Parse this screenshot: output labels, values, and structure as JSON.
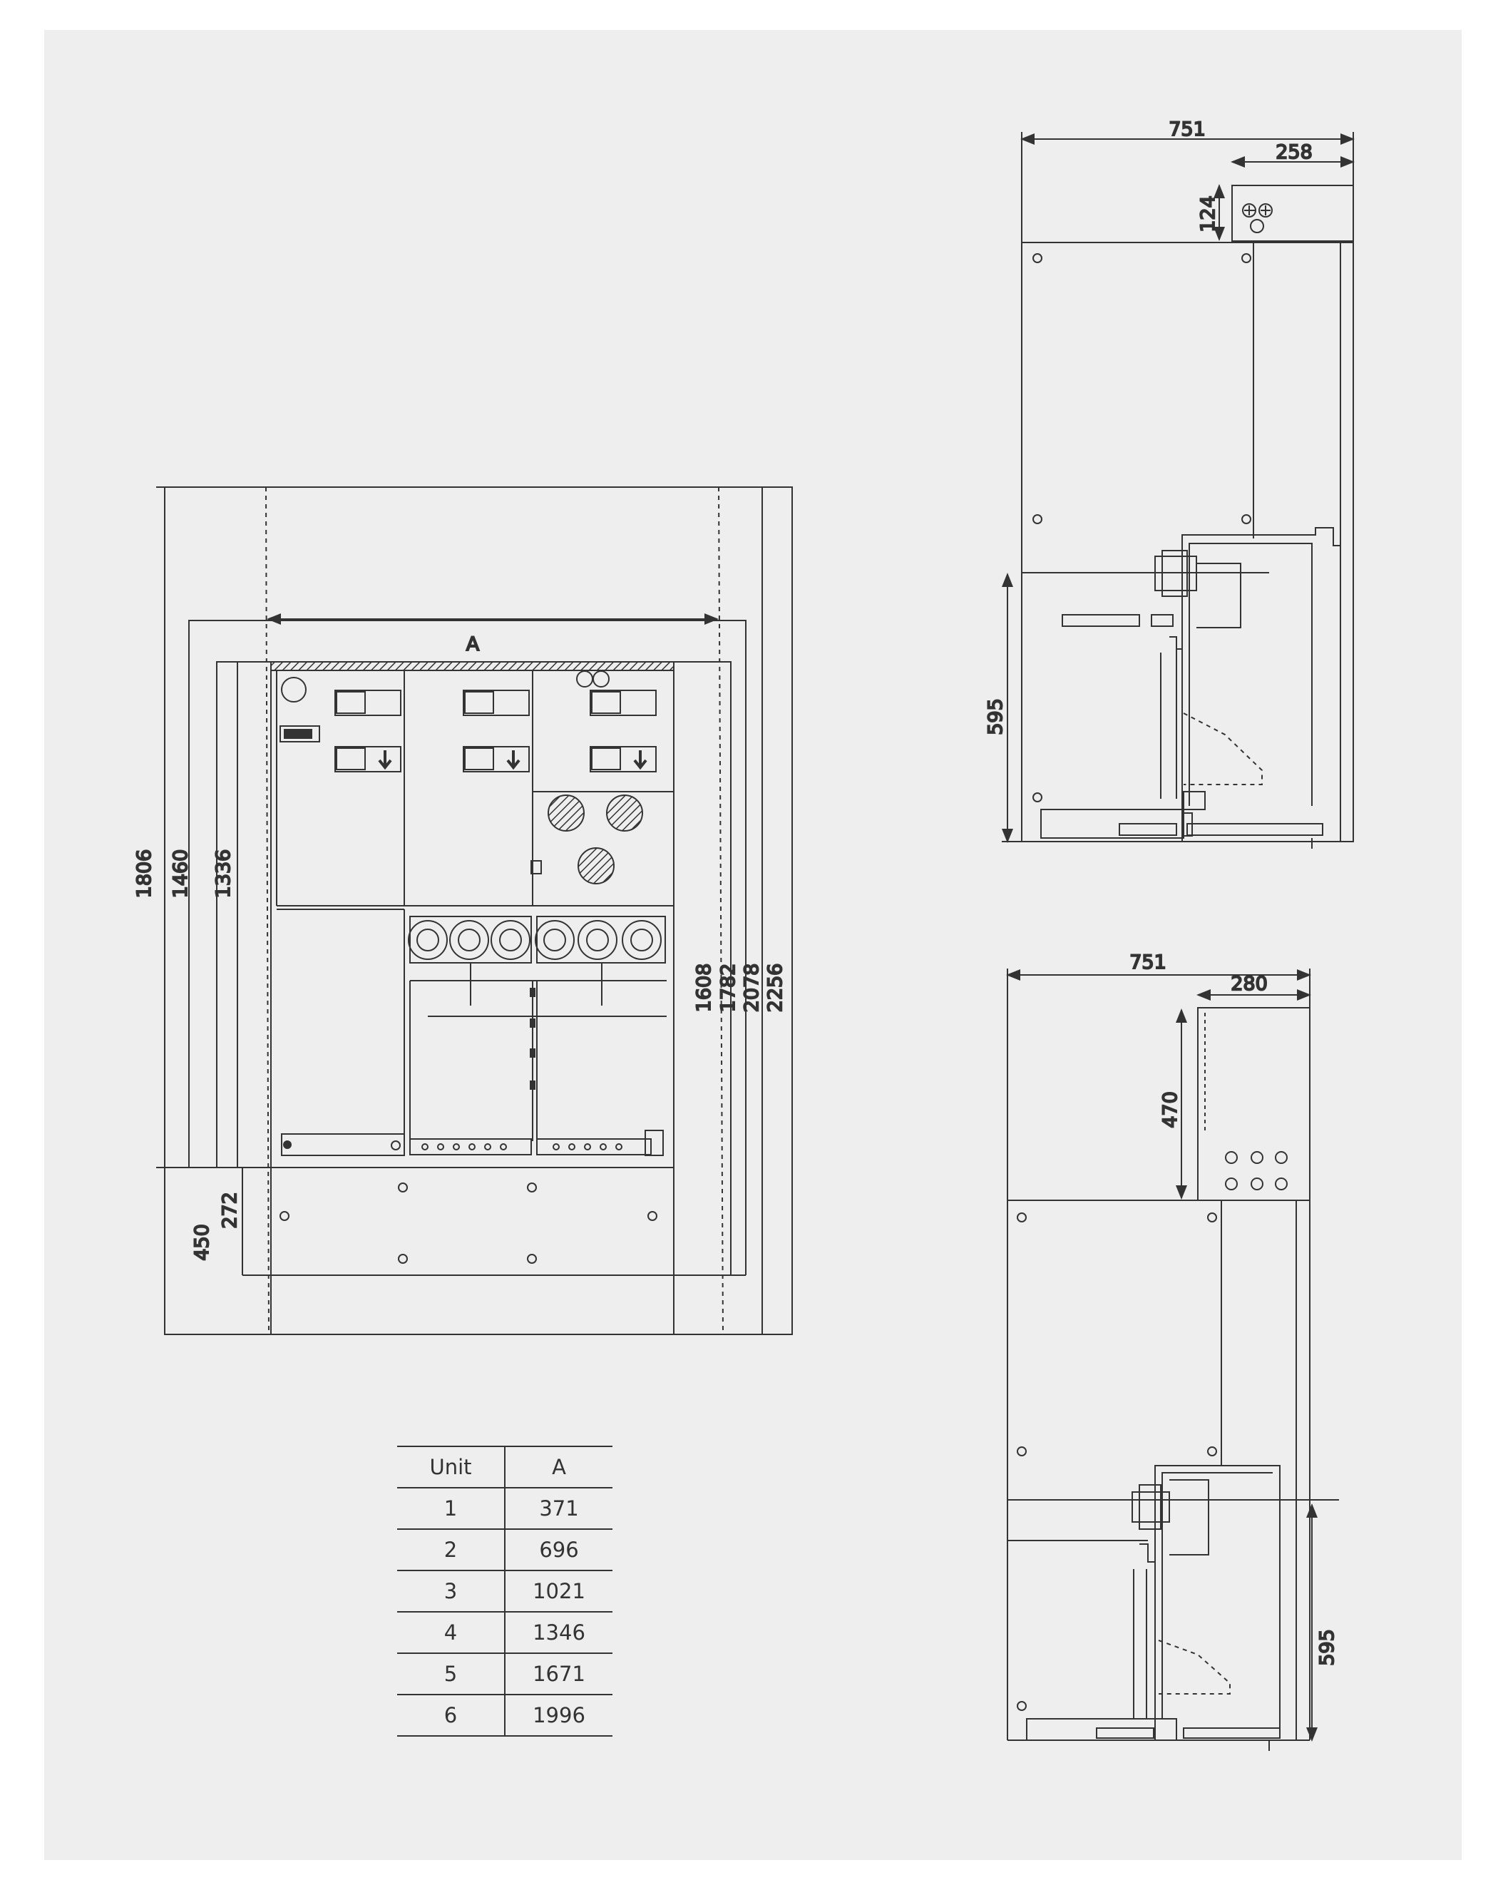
{
  "front_view": {
    "width_label": "A",
    "heights": [
      "1806",
      "1460",
      "1336",
      "1608",
      "1782",
      "2078",
      "2256"
    ],
    "base": [
      "272",
      "450"
    ]
  },
  "side_view_top": {
    "depth": "751",
    "top_depth": "258",
    "top_height": "124",
    "bushing_height": "595"
  },
  "side_view_bottom": {
    "depth": "751",
    "top_depth": "280",
    "top_height": "470",
    "bushing_height": "595"
  },
  "unit_table": {
    "headers": [
      "Unit",
      "A"
    ],
    "rows": [
      [
        "1",
        "371"
      ],
      [
        "2",
        "696"
      ],
      [
        "3",
        "1021"
      ],
      [
        "4",
        "1346"
      ],
      [
        "5",
        "1671"
      ],
      [
        "6",
        "1996"
      ]
    ]
  }
}
